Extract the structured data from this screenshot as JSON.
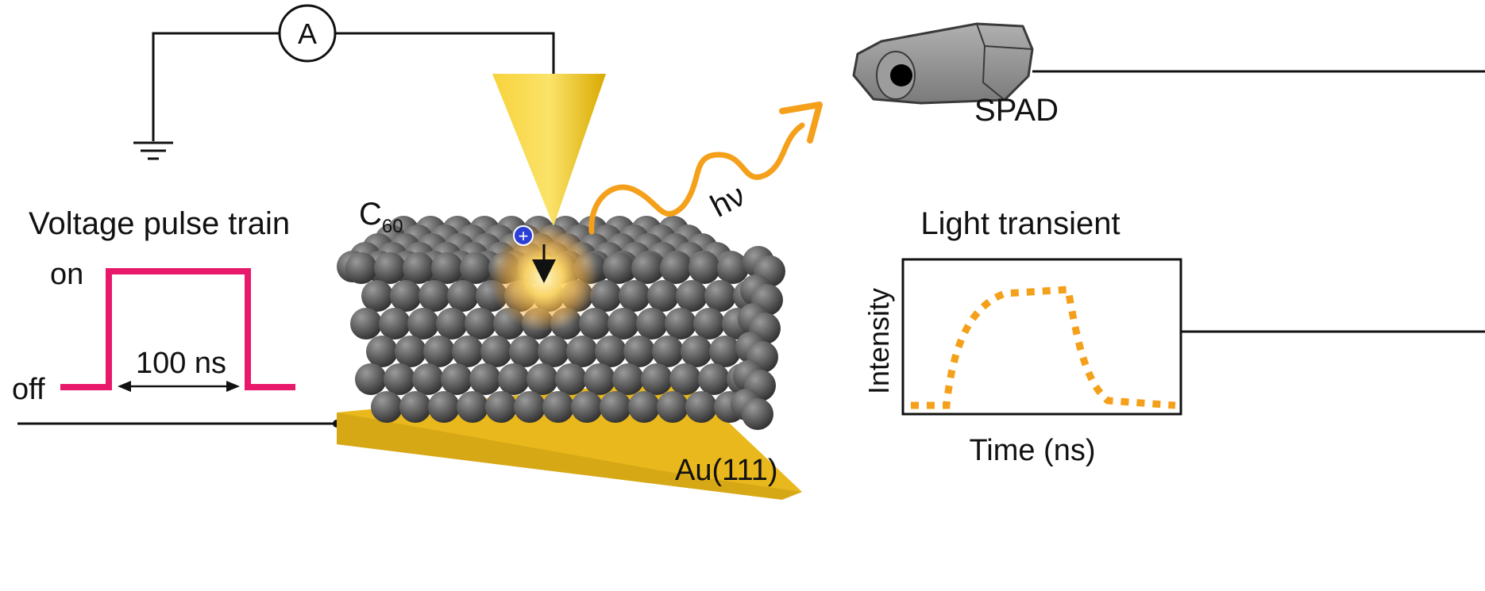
{
  "labels": {
    "ammeter": "A",
    "detector": "SPAD",
    "photon": "hν",
    "molecule_main": "C",
    "molecule_sub": "60",
    "pulse_title": "Voltage pulse train",
    "pulse_on": "on",
    "pulse_off": "off",
    "pulse_width": "100 ns",
    "transient_title": "Light transient",
    "transient_ylabel": "Intensity",
    "transient_xlabel": "Time (ns)",
    "substrate": "Au(111)",
    "hole_charge": "+"
  },
  "colors": {
    "wire": "#111111",
    "pulse": "#e8196b",
    "photon": "#f5a01a",
    "transient_trace": "#f5a01a",
    "tip": "#f5c518",
    "substrate": "#e9b81d",
    "molecule": "#5a5a5a",
    "detector": "#8c8c8c",
    "hole": "#2b3fd6"
  },
  "icons": [
    "ammeter-icon",
    "ground-icon",
    "spad-detector-icon",
    "stm-tip-icon",
    "photon-wave-arrow-icon",
    "hole-charge-icon"
  ]
}
